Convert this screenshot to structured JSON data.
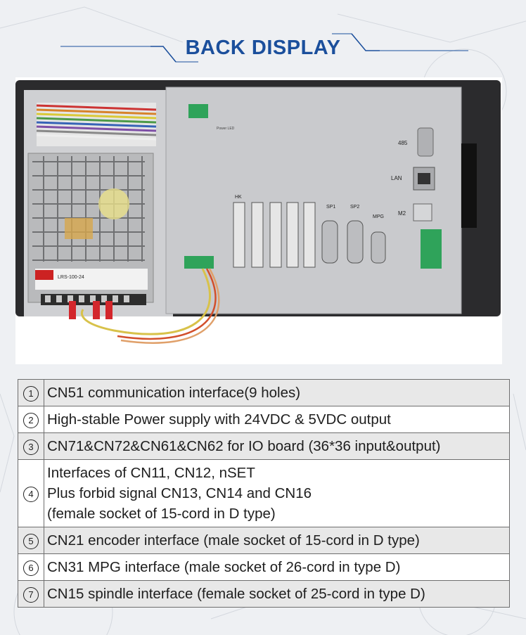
{
  "header": {
    "title": "BACK DISPLAY"
  },
  "photo": {
    "label_rs485": "485",
    "label_lan": "LAN",
    "label_m2": "M2",
    "label_hk": "HK",
    "label_sp1": "SP1",
    "label_sp2": "SP2",
    "label_mpg": "MPG",
    "label_power_led": "Power LED",
    "psu_model": "LRS-100-24"
  },
  "colors": {
    "title": "#1b4f9c",
    "panel_metal": "#c9cacd",
    "frame": "#2b2b2d",
    "terminal_green": "#2fa35a",
    "table_border": "#6e6e6e",
    "row_shaded": "#e8e8e8"
  },
  "table": {
    "rows": [
      {
        "num": "1",
        "lines": [
          "CN51 communication interface(9 holes)"
        ]
      },
      {
        "num": "2",
        "lines": [
          "High-stable Power supply with 24VDC & 5VDC output"
        ]
      },
      {
        "num": "3",
        "lines": [
          "CN71&CN72&CN61&CN62 for IO board (36*36 input&output)"
        ]
      },
      {
        "num": "4",
        "lines": [
          "Interfaces of CN11, CN12, nSET",
          "Plus forbid signal CN13, CN14 and CN16",
          "(female socket of 15-cord in D type)"
        ]
      },
      {
        "num": "5",
        "lines": [
          "CN21 encoder interface (male socket of 15-cord in D type)"
        ]
      },
      {
        "num": "6",
        "lines": [
          "CN31 MPG interface (male socket of 26-cord in type D)"
        ]
      },
      {
        "num": "7",
        "lines": [
          "CN15 spindle interface (female socket of 25-cord in type D)"
        ]
      }
    ]
  }
}
